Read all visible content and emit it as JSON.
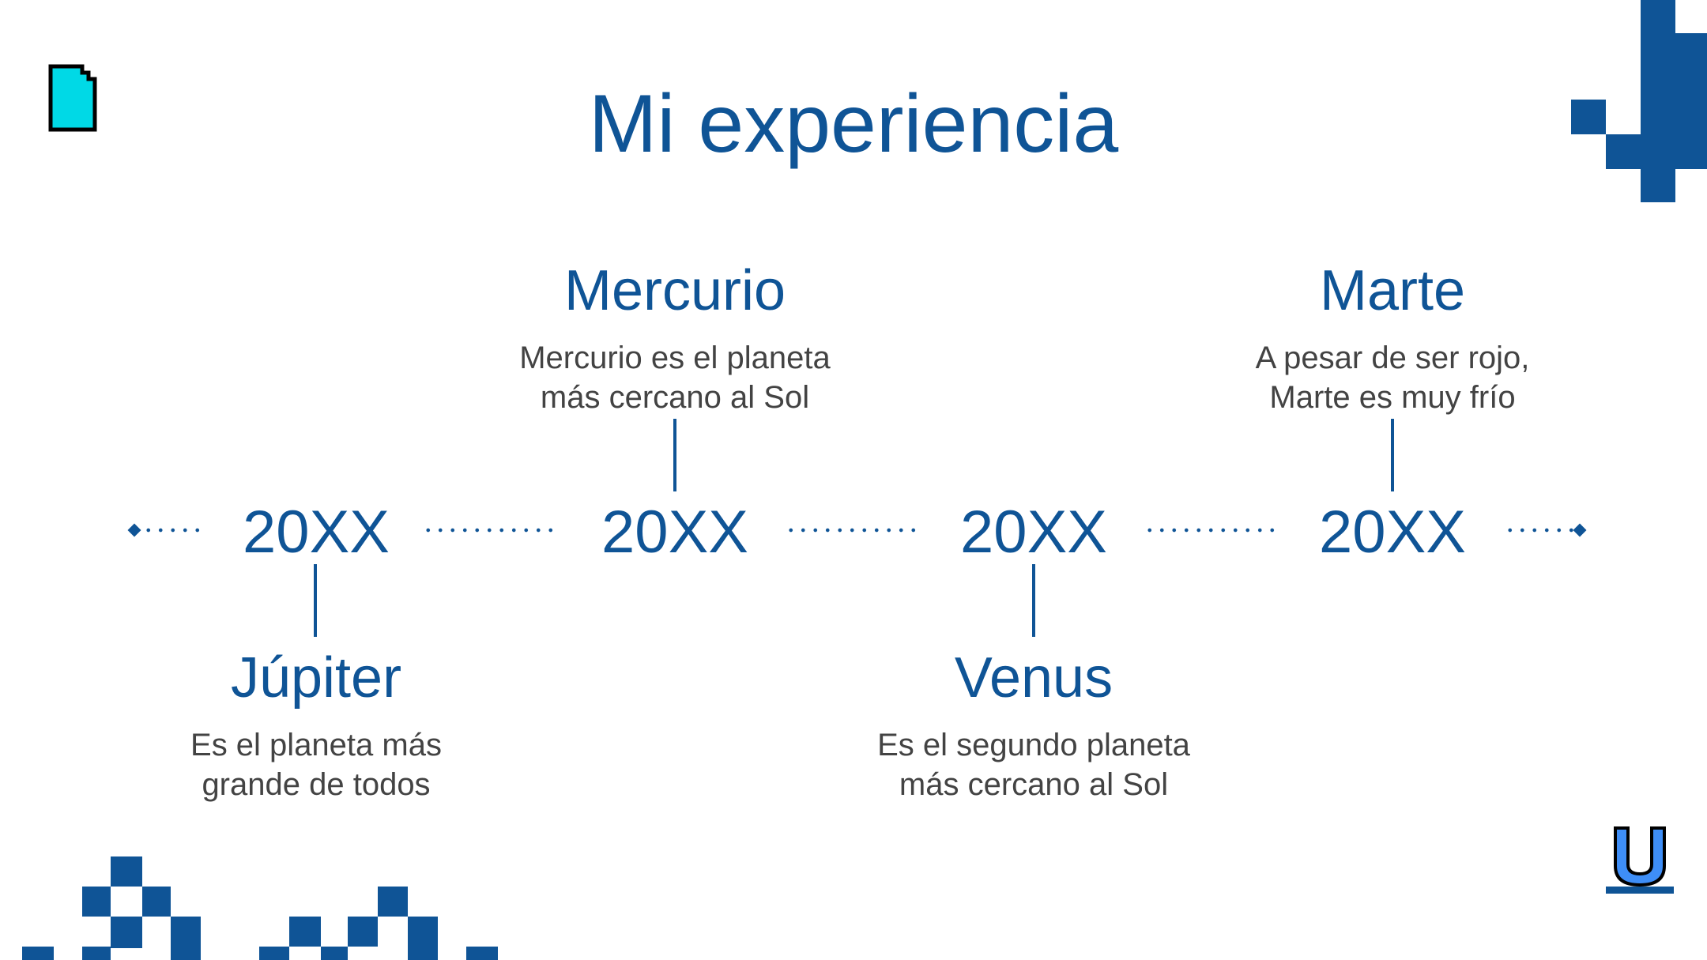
{
  "slide": {
    "title": "Mi experiencia",
    "accent_color": "#0f5496",
    "text_color": "#434343"
  },
  "timeline": [
    {
      "year": "20XX",
      "title": "Júpiter",
      "text_line1": "Es el planeta más",
      "text_line2": "grande de todos",
      "position": "below"
    },
    {
      "year": "20XX",
      "title": "Mercurio",
      "text_line1": "Mercurio es el planeta",
      "text_line2": "más cercano al Sol",
      "position": "above"
    },
    {
      "year": "20XX",
      "title": "Venus",
      "text_line1": "Es el segundo planeta",
      "text_line2": "más cercano al Sol",
      "position": "below"
    },
    {
      "year": "20XX",
      "title": "Marte",
      "text_line1": "A pesar de ser rojo,",
      "text_line2": "Marte es muy frío",
      "position": "above"
    }
  ],
  "icons": {
    "top_left": "document-icon",
    "bottom_right": "underline-icon"
  }
}
